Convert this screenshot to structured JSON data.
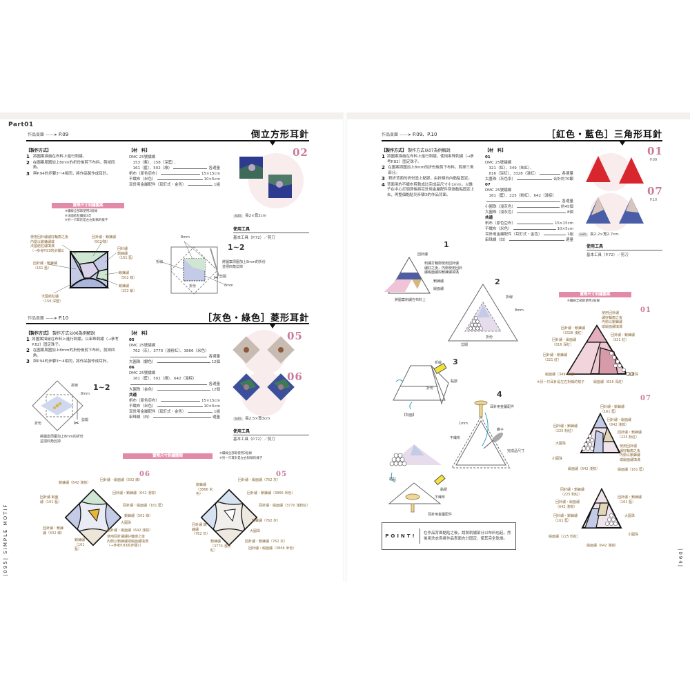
{
  "left": {
    "part": "Part01",
    "page_number": "|095|",
    "book_title": "SIMPLE MOTIF",
    "s1": {
      "ref_label": "作品頁面",
      "ref_arrow": "——➤",
      "ref_page": "P.09",
      "title": "倒立方形耳針",
      "method_header": "【製作方式】",
      "steps": [
        {
          "n": "1",
          "text": "將圖案描繪在布料上進行刺繡。"
        },
        {
          "n": "2",
          "text": "在圖案周圍加上8mm的折份後剪下布料，剪掉四角。"
        },
        {
          "n": "3",
          "text": "與P.94的步驟3～4相同，將作品製作成耳針。"
        }
      ],
      "materials_header": "【材　料】",
      "materials": [
        {
          "name": "DMC 25號繡線",
          "qty": ""
        },
        {
          "name": "　153（紫）、158（深藍）、",
          "qty": ""
        },
        {
          "name": "　161（藍）、502（綠）",
          "qty": "各適量"
        },
        {
          "name": "帆布（原色亞布）",
          "qty": "15×15cm"
        },
        {
          "name": "不織布（米色）",
          "qty": "10×5cm"
        },
        {
          "name": "耳針用金屬配件（耳釘式・金色）",
          "qty": "1組"
        }
      ],
      "number": "02",
      "size_tag": "SIZE",
      "size": "長2×寬2cm",
      "tools_header": "使用工具",
      "tools": "基本工具（P.72）／剪刀",
      "pattern_banner": "實際尺寸刺繡圖案",
      "notes": [
        "※繡線全部取使用2股線",
        "※法國結粒繡繞3次",
        "※另一只耳針是左右對稱的樣子"
      ],
      "diagram_labels": {
        "a": "使用回針繡繡好輪廓之後",
        "a2": "內側以鎖鍊繡或",
        "a3": "法國結粒繡填滿",
        "a4": "（→參考P.93的步驟1）",
        "b": "回針繡・鎖鍊繡",
        "b2": "（502 綠）",
        "c": "回針繡",
        "c2": "鎖鍊繡",
        "c3": "（161 藍）",
        "d": "回針繡・鎖鍊繡",
        "d2": "（161 藍）",
        "e": "鎖鍊繡",
        "e2": "（502 綠）",
        "f": "鎖鍊繡",
        "f2": "（153 紫）",
        "g": "法國結粒繡",
        "g2": "（158 深藍）"
      },
      "step_diagram": {
        "label": "1~2",
        "mm_top": "8mm",
        "mm_bottom": "8mm",
        "fold_line": "折線",
        "fold": "折份",
        "cut": "剪開",
        "caption1": "將圖案周圍加上8mm的折份",
        "caption2": "並把四角剪掉"
      }
    },
    "s2": {
      "ref_label": "作品頁面",
      "ref_arrow": "——➤",
      "ref_page": "P.10",
      "title": "［灰色・綠色］菱形耳針",
      "method_header": "【製作方式】",
      "method_note": "製作方式以06為例解說",
      "steps": [
        {
          "n": "1",
          "text": "將圖案描繪在布料上進行刺繡，以串珠刺繡（→參考P.82）固定珠子。"
        },
        {
          "n": "2",
          "text": "在圖案周圍加上8mm的折份後剪下布料，剪掉四角。"
        },
        {
          "n": "3",
          "text": "與P.94的步驟3～4相同，將作品製作成耳針。"
        }
      ],
      "materials_header": "【材　料】",
      "materials": [
        {
          "name": "05",
          "qty": "",
          "bold": true
        },
        {
          "name": "DMC 25號繡線",
          "qty": ""
        },
        {
          "name": "　762（灰）、3770（淺粉紅）、3866（米色）",
          "qty": ""
        },
        {
          "name": "",
          "qty": "各適量"
        },
        {
          "name": "大圓珠（銀色）",
          "qty": "12個"
        },
        {
          "name": "06",
          "qty": "",
          "bold": true
        },
        {
          "name": "DMC 25號繡線",
          "qty": ""
        },
        {
          "name": "　161（藍）、502（綠）、642（淺棕）",
          "qty": ""
        },
        {
          "name": "",
          "qty": "各適量"
        },
        {
          "name": "大圓珠（金色）",
          "qty": "12個"
        },
        {
          "name": "共通",
          "qty": "",
          "bold": true
        },
        {
          "name": "帆布（原色亞布）",
          "qty": "15×15cm"
        },
        {
          "name": "不織布（米色）",
          "qty": "10×5cm"
        },
        {
          "name": "耳針用金屬配件（耳釘式・金色）",
          "qty": "1組"
        },
        {
          "name": "串珠線（白）",
          "qty": "適量"
        }
      ],
      "numbers": [
        "05",
        "06"
      ],
      "size_tag": "SIZE",
      "size": "長2.5×寬3cm",
      "tools_header": "使用工具",
      "tools": "基本工具（P.72）／剪刀",
      "step_diagram": {
        "label": "1~2",
        "fold_line": "折線",
        "mm": "8mm",
        "fold": "折份",
        "cut": "剪開",
        "caption1": "將圖案周圍加上8mm的折份",
        "caption2": "並把四角剪掉"
      },
      "pattern_banner": "實際尺寸刺繡圖案",
      "notes": [
        "※繡線全部取使用2股線",
        "※另一只耳針是左右對稱的樣子"
      ],
      "d06": {
        "num": "06",
        "labels": [
          "鎖鍊繡（642 淺棕）",
          "回針繡・緞面繡（502 綠）",
          "回針繡・鎖鍊繡（642 淺棕）",
          "回針繡 緞面繡（161 藍）",
          "回針繡・緞面繡（161 藍）",
          "鎖鍊繡（502 綠）",
          "大圓珠",
          "回針繡・緞面繡（642 淺棕）",
          "回針繡・鎖鍊繡（502 綠）",
          "鎖鍊繡（161 藍）",
          "使用回針繡繡好輪廓之後",
          "內側以鎖鍊繡或緞面繡填滿",
          "（→參考P.93的步驟1）"
        ]
      },
      "d05": {
        "num": "05",
        "labels": [
          "鎖鍊繡（3866 米色）",
          "回針繡・緞面繡（762 灰）",
          "回針繡・鎖鍊繡（3866 米色）",
          "回針繡・緞面繡（3770 淺粉紅）",
          "回針繡 鎖鍊繡（762 灰）",
          "鎖鍊繡（762 灰）",
          "大圓珠",
          "回針繡・鎖鍊繡（762 灰）",
          "鎖鍊繡（3770 淺粉紅）",
          "回針繡・緞面繡（3866 米色）"
        ]
      }
    }
  },
  "right": {
    "page_number": "|094|",
    "ref_label": "作品頁面",
    "ref_arrow": "——➤",
    "ref_page": "P.09、P.10",
    "title": "［紅色・藍色］三角形耳針",
    "method_header": "【製作方式】",
    "method_note": "製作方式以07為例解說",
    "steps": [
      {
        "n": "1",
        "text": "將圖案描繪在布料上進行刺繡，使用串珠刺繡（→參考P.82）固定珠子。"
      },
      {
        "n": "2",
        "text": "在圖案周圍加上8mm的折份後剪下布料，剪掉三角部分。"
      },
      {
        "n": "3",
        "text": "對折背面的折份塗上黏膠，由折線向內黏貼固定。"
      },
      {
        "n": "4",
        "text": "背面用的不織布剪裁成比完成品尺寸小1mm，以錐子在中心打個洞後將耳針用金屬配件穿過黏貼固定上去，再整個黏貼到步驟3的作品背面。"
      }
    ],
    "materials_header": "【材　料】",
    "materials": [
      {
        "name": "01",
        "qty": "",
        "bold": true
      },
      {
        "name": "DMC 25號繡線",
        "qty": ""
      },
      {
        "name": "　321（紅）、349（朱紅）、",
        "qty": ""
      },
      {
        "name": "　816（深紅）、3328（淺紅）",
        "qty": "各適量"
      },
      {
        "name": "古董珠（灰色系）",
        "qty": "合計約70顆"
      },
      {
        "name": "07",
        "qty": "",
        "bold": true
      },
      {
        "name": "DMC 25號繡線",
        "qty": ""
      },
      {
        "name": "　161（藍）、225（粉紅）、642（淺棕）",
        "qty": ""
      },
      {
        "name": "",
        "qty": "各適量"
      },
      {
        "name": "小圓珠（淺灰色）",
        "qty": "約45個"
      },
      {
        "name": "大圓珠（淺灰色）",
        "qty": "8個"
      },
      {
        "name": "共通",
        "qty": "",
        "bold": true
      },
      {
        "name": "帆布（原色亞布）",
        "qty": "15×15cm"
      },
      {
        "name": "不織布（米色）",
        "qty": "10×5cm"
      },
      {
        "name": "耳針用金屬配件（耳釘式・金色）",
        "qty": "1組"
      },
      {
        "name": "串珠線（白）",
        "qty": "適量"
      }
    ],
    "products": [
      {
        "num": "01",
        "page": "P.09"
      },
      {
        "num": "07",
        "page": "P.10"
      }
    ],
    "size_tag": "SIZE",
    "size": "長2.2×寬2.7cm",
    "tools_header": "使用工具",
    "tools": "基本工具（P.72）／剪刀",
    "step1": {
      "n": "1",
      "a": "回針繡",
      "b": "刺繡打輪廓使用回針繡",
      "b2": "繡好之後，內側使用回針",
      "b3": "繡緞面繡與鎖鍊繡填滿",
      "c": "鎖鍊繡",
      "d": "緞面繡",
      "caption": "將圖案刺繡在布料上"
    },
    "step2": {
      "n": "2",
      "a": "折線",
      "b": "8mm",
      "c": "折份",
      "d": "剪開"
    },
    "step3": {
      "n": "3",
      "a": "折線",
      "b": "黏膠",
      "c": "折份",
      "d": "【背面】"
    },
    "step4": {
      "n": "4",
      "a": "耳針用金屬配件",
      "b": "1mm",
      "c": "不織布",
      "d": "錐子",
      "e": "完成品尺寸"
    },
    "step5": {
      "a": "黏貼",
      "b": "黏膠",
      "c": "不織布",
      "d": "耳針用金屬配件"
    },
    "point": {
      "label": "POINT!",
      "text": "在作品背面黏貼之後，請將刺繡部分以布料包起，然後用洗衣皂將作品表面充分固定，使其完全乾燥。"
    },
    "pattern_banner": "實際尺寸刺繡圖案",
    "note": "※繡線全部取使用2股線",
    "d01": {
      "num": "01",
      "labels": [
        "使用回針繡",
        "繡好輪廓之後",
        "內側以鎖鍊繡",
        "或緞面繡填滿",
        "回針繡・鎖鍊繡（3328 淺紅）",
        "回針繡・鎖鍊繡（321 紅）",
        "回針繡・緞面繡（816 深紅）",
        "回針繡・鎖鍊繡（321 紅）",
        "緞面繡（349 朱紅）",
        "古董珠",
        "緞面繡（816 深紅）",
        "※另一只耳針是左右對稱的樣子"
      ]
    },
    "d07": {
      "num": "07",
      "labels": [
        "回針繡・鎖鍊繡（161 藍）",
        "回針繡・緞面繡（642 淺棕）",
        "回針繡・鎖鍊繡（225 粉紅）",
        "回針繡・鎖鍊繡（225 粉紅）",
        "大圓珠",
        "使用回針繡",
        "繡好輪廓之後",
        "內側以鎖鍊繡",
        "或緞面繡填滿",
        "小圓珠",
        "緞面繡（642 淺棕）",
        "緞面繡（161 藍）"
      ]
    },
    "d07b": {
      "labels": [
        "回針繡・鎖鍊繡（225 粉紅）",
        "回針繡・緞面繡（642 淺棕）",
        "回針繡・鎖鍊繡（161 藍）",
        "回針繡・鎖鍊繡（161 藍）",
        "大圓珠",
        "小圓珠",
        "緞面繡（225 粉紅）",
        "緞面繡（642 淺棕）"
      ]
    }
  },
  "colors": {
    "accent_pink": "#e38aa8",
    "number_pink": "#c9799a",
    "label_brown": "#8a6a3a",
    "lavender": "#c3cbe6",
    "mint": "#cfe6d3",
    "rose": "#e8c4cf"
  }
}
